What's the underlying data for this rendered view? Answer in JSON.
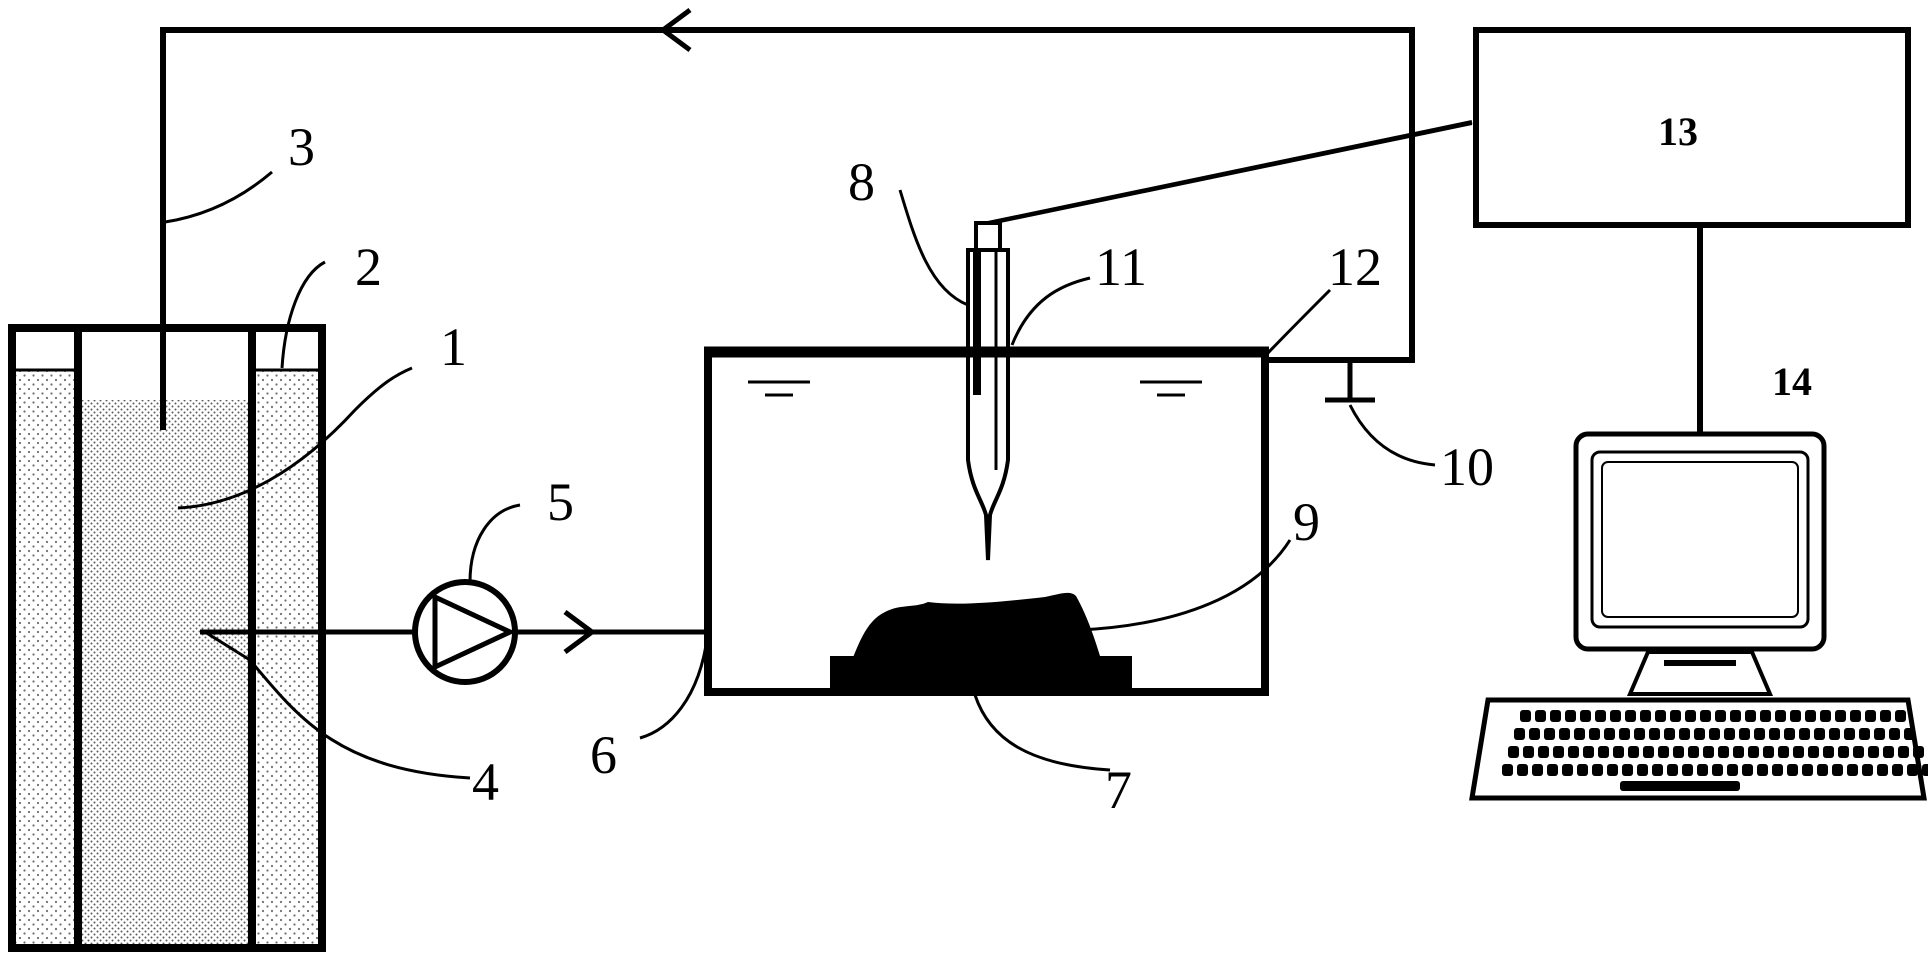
{
  "labels": {
    "l1": "1",
    "l2": "2",
    "l3": "3",
    "l4": "4",
    "l5": "5",
    "l6": "6",
    "l7": "7",
    "l8": "8",
    "l9": "9",
    "l10": "10",
    "l11": "11",
    "l12": "12",
    "l13": "13",
    "l14": "14"
  },
  "colors": {
    "ink": "#000000",
    "paper": "#ffffff",
    "stipple": "#7a7a7a"
  }
}
